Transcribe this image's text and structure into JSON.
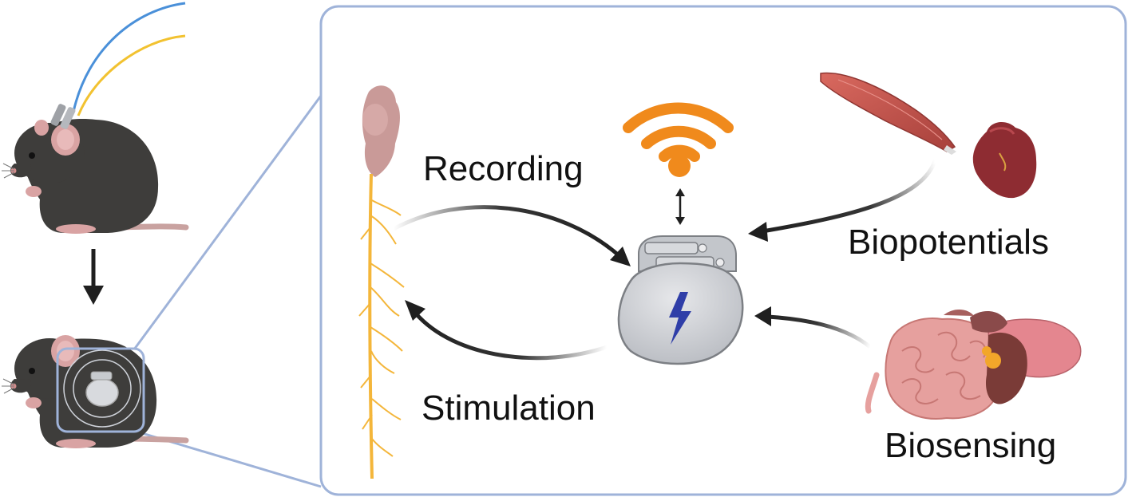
{
  "labels": {
    "recording": "Recording",
    "stimulation": "Stimulation",
    "biopotentials": "Biopotentials",
    "biosensing": "Biosensing"
  },
  "colors": {
    "panel_border": "#9fb3d9",
    "mouse_fur": "#3e3d3b",
    "wire_blue": "#4a90d9",
    "wire_yellow": "#f2c230",
    "nerve": "#f4b63a",
    "brain": "#c99a98",
    "wifi": "#f08a1c",
    "bolt": "#2f3ea8",
    "arrow": "#1f1f1f",
    "muscle": "#c0504a",
    "heart": "#8e2c32",
    "intestine": "#e6a09e",
    "liver": "#7a3b37"
  },
  "icons": [
    "mouse-with-wires",
    "mouse-with-implant",
    "brain-spinal-cord",
    "wifi-icon",
    "implant-device",
    "lightning-bolt-icon",
    "muscle",
    "heart",
    "abdominal-organs"
  ]
}
